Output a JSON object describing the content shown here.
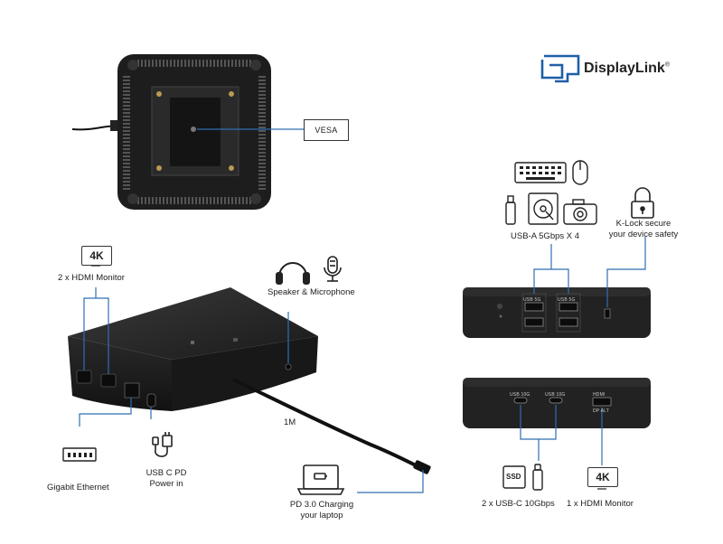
{
  "brand": {
    "name": "DisplayLink",
    "mark": "®"
  },
  "callouts": {
    "vesa": "VESA",
    "hdmi_badge": "4K",
    "hdmi_monitor_2x": "2 x HDMI Monitor",
    "speaker_mic": "Speaker & Microphone",
    "cable_length": "1M",
    "gigabit": "Gigabit Ethernet",
    "usbc_pd_line1": "USB C PD",
    "usbc_pd_line2": "Power in",
    "pd_charge_line1": "PD 3.0 Charging",
    "pd_charge_line2": "your laptop",
    "usba": "USB-A 5Gbps X 4",
    "klock_line1": "K-Lock secure",
    "klock_line2": "your device safety",
    "usbc_2x": "2 x USB-C 10Gbps",
    "hdmi_monitor_1x": "1 x HDMI Monitor",
    "hdmi_badge_right": "4K",
    "ssd": "SSD"
  },
  "port_labels": {
    "usb_5g_left": "USB 5G",
    "usb_5g_right": "USB 5G",
    "usb_10g_left": "USB 10G",
    "usb_10g_right": "USB 10G",
    "hdmi_top": "HDMI",
    "hdmi_bottom": "DP ALT"
  },
  "colors": {
    "callout_line": "#2e6fb3",
    "device": "#1c1c1c",
    "accent_logo": "#1f5fa8"
  }
}
